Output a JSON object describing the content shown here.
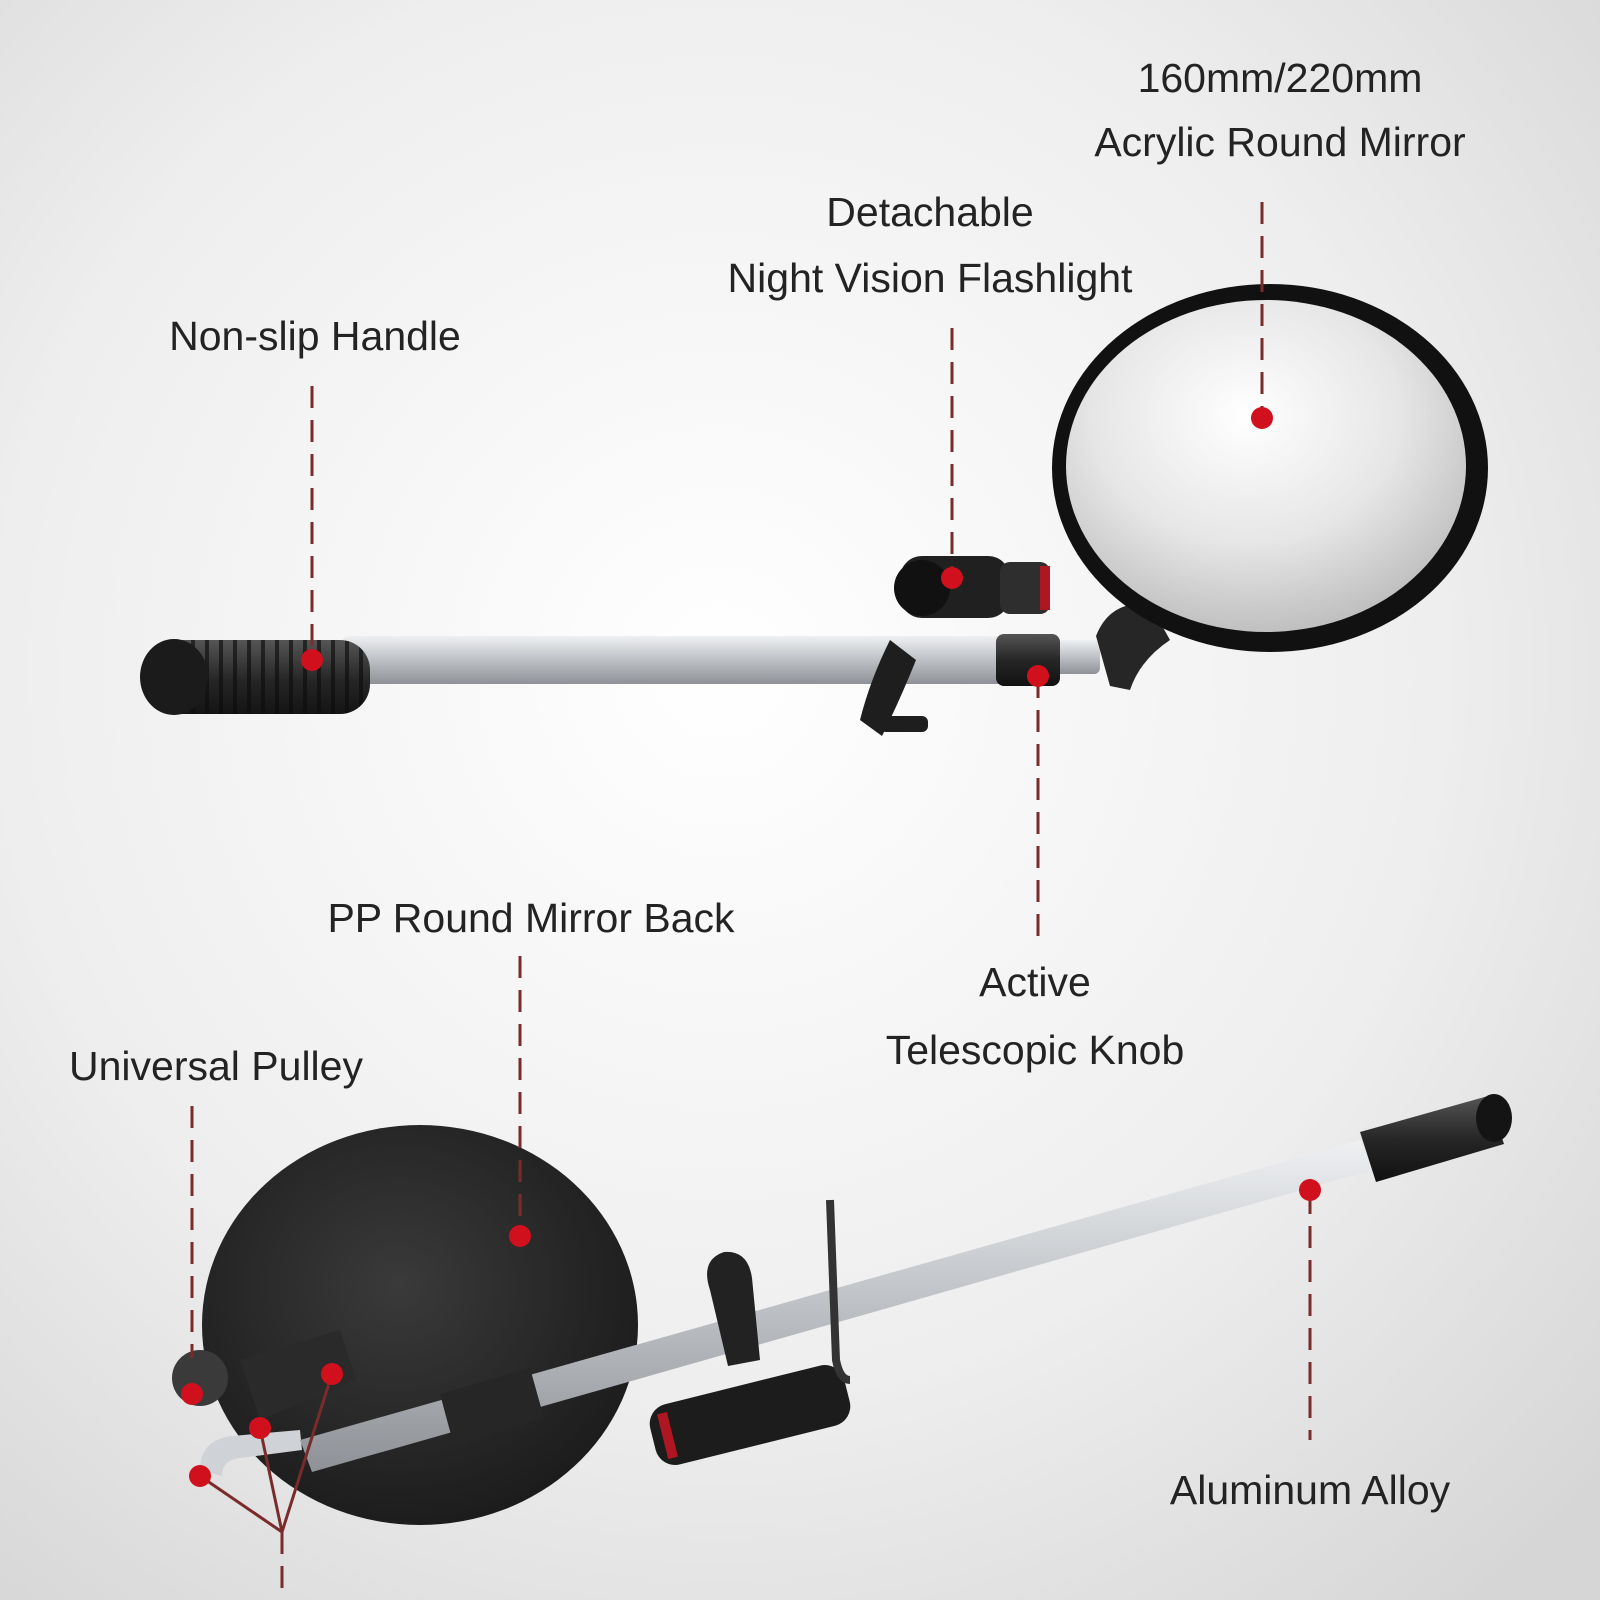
{
  "labels": {
    "mirror_size": "160mm/220mm",
    "mirror_type": "Acrylic Round Mirror",
    "flashlight_1": "Detachable",
    "flashlight_2": "Night Vision Flashlight",
    "handle": "Non-slip Handle",
    "mirror_back": "PP Round Mirror Back",
    "knob_1": "Active",
    "knob_2": "Telescopic Knob",
    "pulley": "Universal Pulley",
    "alloy": "Aluminum Alloy"
  },
  "colors": {
    "callout_dot": "#d0101c",
    "callout_line": "#7a2b2b",
    "rod_metal": "#c9ccd0",
    "grip_rubber": "#2a2a2a",
    "mirror_back": "#2b2b2b",
    "background": "#f0f0f0"
  }
}
